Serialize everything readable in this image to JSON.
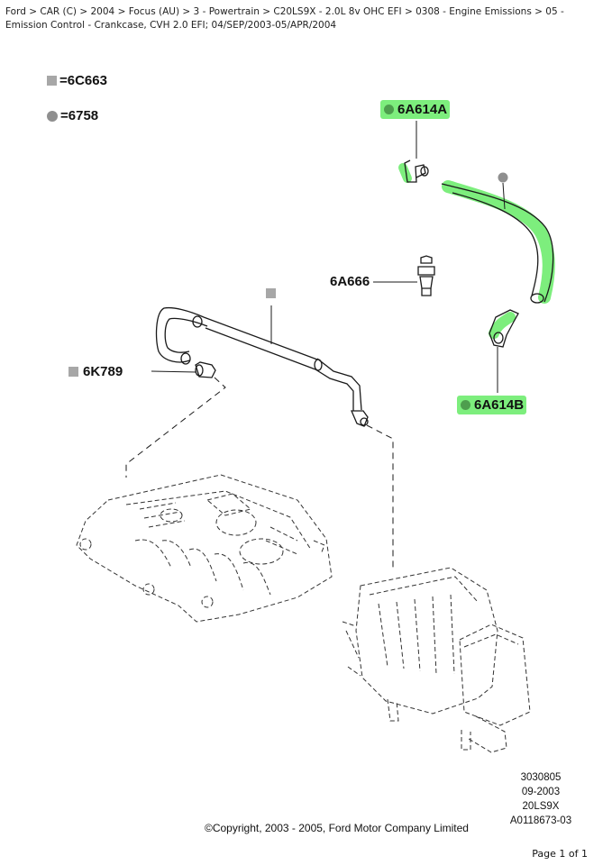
{
  "breadcrumb": "Ford > CAR (C) > 2004 > Focus (AU) > 3 - Powertrain > C20LS9X - 2.0L 8v OHC EFI > 0308 - Engine Emissions > 05 - Emission Control - Crankcase, CVH 2.0 EFI; 04/SEP/2003-05/APR/2004",
  "legend": {
    "square_code": "=6C663",
    "circle_code": "=6758"
  },
  "callouts": {
    "top_hose": "6A614A",
    "valve": "6A666",
    "bottom_hose": "6A614B",
    "connector": "6K789"
  },
  "highlight_color": "#7dee7d",
  "meta": {
    "line1": "3030805",
    "line2": "09-2003",
    "line3": "20LS9X",
    "line4": "A0118673-03"
  },
  "copyright": "©Copyright, 2003 - 2005, Ford Motor Company Limited",
  "page": "Page 1 of 1"
}
